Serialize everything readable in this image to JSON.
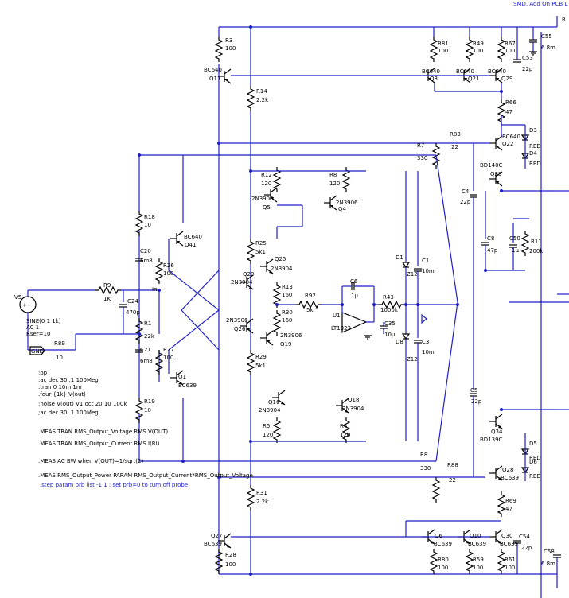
{
  "header": {
    "note": "SMD. Add On PCB  L",
    "corner_label": "R"
  },
  "input": {
    "V5": "V5",
    "src1": "SINE(0 1 1k)",
    "src2": "AC 1",
    "src3": "Rser=10",
    "gnd": "GND",
    "R89": "R89",
    "R89v": "10"
  },
  "commands": {
    "c1": ";op",
    "c2": ";ac dec 30 .1 100Meg",
    "c3": ".tran 0 10m 1m",
    "c4": ".four {1k} V(out)",
    "c5": ";noise V(out) V1 oct 20 10 100k",
    "c6": ";ac dec 30 .1 100Meg",
    "m1": ".MEAS TRAN RMS_Output_Voltage RMS V(OUT)",
    "m2": ".MEAS TRAN RMS_Output_Current RMS I(Rl)",
    "m3": ".MEAS AC BW when V(OUT)=1/sqrt(2)",
    "m4": ".MEAS RMS_Output_Power PARAM RMS_Output_Current*RMS_Output_Voltage",
    "step": ".step param prb list -1 1 ; set prb=0 to turn off probe"
  },
  "parts": {
    "R3": "R3",
    "R3v": "100",
    "BC640a": "BC640",
    "Q17": "Q17",
    "R14": "R14",
    "R14v": "2.2k",
    "R81": "R81",
    "R81v": "100",
    "R49": "R49",
    "R49v": "100",
    "R67": "R67",
    "R67v": "100",
    "C55": "C55",
    "C55v": "6.8m",
    "C53": "C53",
    "C53v": "22p",
    "BC640b": "BC640",
    "Q3": "Q3",
    "BC640c": "BC640",
    "Q21": "Q21",
    "BC640d": "BC640",
    "Q29": "Q29",
    "R66": "R66",
    "R66v": "47",
    "D3": "D3",
    "BC640e": "BC640",
    "Q22": "Q22",
    "D4": "D4",
    "RED1": "RED",
    "RED2": "RED",
    "R83": "R83",
    "R83v": "22",
    "R7": "R7",
    "R7v": "330",
    "BD140C": "BD140C",
    "Q33": "Q33",
    "R12": "R12",
    "R12v": "120",
    "R8": "R8",
    "R8v": "120",
    "N3906a": "2N3906",
    "Q5": "Q5",
    "N3906b": "2N3906",
    "Q4": "Q4",
    "C4": "C4",
    "C4v": "22p",
    "R18": "R18",
    "R18v": "10",
    "BC640f": "BC640",
    "Q41": "Q41",
    "C20": "C20",
    "C20v": "6m8",
    "R26": "R26",
    "R26v": "100",
    "R25": "R25",
    "R25v": "5k1",
    "Q25": "Q25",
    "N3904a": "2N3904",
    "Q20": "Q20",
    "N3904b": "2N3904",
    "D1": "D1",
    "Z12a": "Z12",
    "C1": "C1",
    "C1v": "10m",
    "C8": "C8",
    "C8v": "47p",
    "C50": "C50",
    "C50v": "1µ",
    "R11": "R11",
    "R11v": "200k",
    "R9": "R9",
    "R9v": "1K",
    "C24": "C24",
    "C24v": "470p",
    "In": "In",
    "R13": "R13",
    "R13v": "160",
    "C6": "C6",
    "C6v": "1µ",
    "R92": "R92",
    "R92v": "5k",
    "R43": "R43",
    "R43v": "1000k",
    "U1": "U1",
    "LT1022": "LT1022",
    "C35": "C35",
    "C35v": "10µ",
    "R30": "R30",
    "R30v": "160",
    "N3906c": "2N3906",
    "Q26": "Q26",
    "N3906d": "2N3906",
    "Q19": "Q19",
    "R1": "R1",
    "R1v": "22k",
    "C21": "C21",
    "C21v": "6m8",
    "R27": "R27",
    "R27v": "100",
    "D8": "D8",
    "Z12b": "Z12",
    "C3": "C3",
    "C3v": "10m",
    "R29": "R29",
    "R29v": "5k1",
    "Q1": "Q1",
    "BC639a": "BC639",
    "R19": "R19",
    "R19v": "10",
    "C5": "C5",
    "C5v": "22p",
    "Q16": "Q16",
    "N3904c": "2N3904",
    "Q18": "Q18",
    "N3904d": "2N3904",
    "R5": "R5",
    "R5v": "120",
    "R4": "R4",
    "R4v": "120",
    "Q34": "Q34",
    "BD139C": "BD139C",
    "D5": "D5",
    "RED3": "RED",
    "D6": "D6",
    "RED4": "RED",
    "R8b": "R8",
    "R8bv": "330",
    "R88": "R88",
    "R88v": "22",
    "Q28": "Q28",
    "BC639b": "BC639",
    "R31": "R31",
    "R31v": "2.2k",
    "R69": "R69",
    "R69v": "47",
    "Q27": "Q27",
    "BC639c": "BC639",
    "R28": "R28",
    "R28v": "100",
    "Q6": "Q6",
    "BC639d": "BC639",
    "Q10": "Q10",
    "BC639e": "BC639",
    "Q30": "Q30",
    "BC639f": "BC639",
    "C54": "C54",
    "C54v": "22p",
    "R80": "R80",
    "R80v": "100",
    "R59": "R59",
    "R59v": "100",
    "R61": "R61",
    "R61v": "100",
    "C58": "C58",
    "C58v": "6.8m"
  }
}
